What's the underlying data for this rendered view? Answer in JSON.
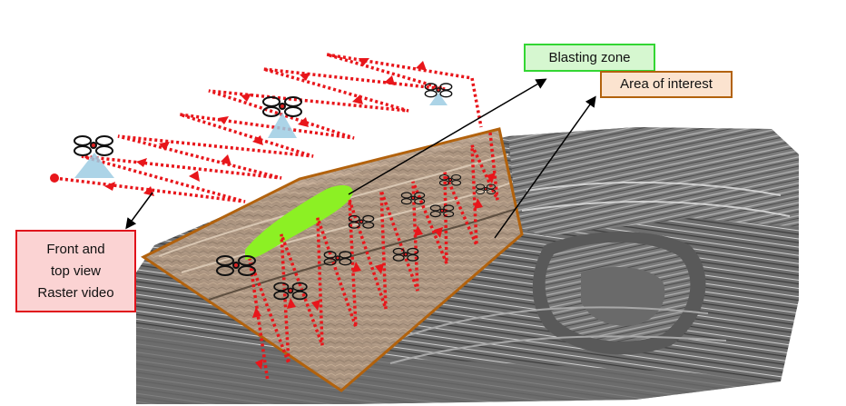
{
  "labels": {
    "front_view": [
      "Front and",
      "top view",
      "Raster video"
    ],
    "blasting_zone": "Blasting zone",
    "area_of_interest": "Area of interest"
  },
  "colors": {
    "flight_path": "#e8161b",
    "blasting_zone_fill": "#8cf024",
    "blasting_zone_border": "#33d633",
    "area_of_interest_border": "#b2620d",
    "area_of_interest_fill": "#f3d2b4",
    "front_view_border": "#e0131c",
    "terrain": "#7d7d7d"
  },
  "icons": [
    "drone-icon",
    "camera-cone-icon",
    "arrow-icon"
  ]
}
